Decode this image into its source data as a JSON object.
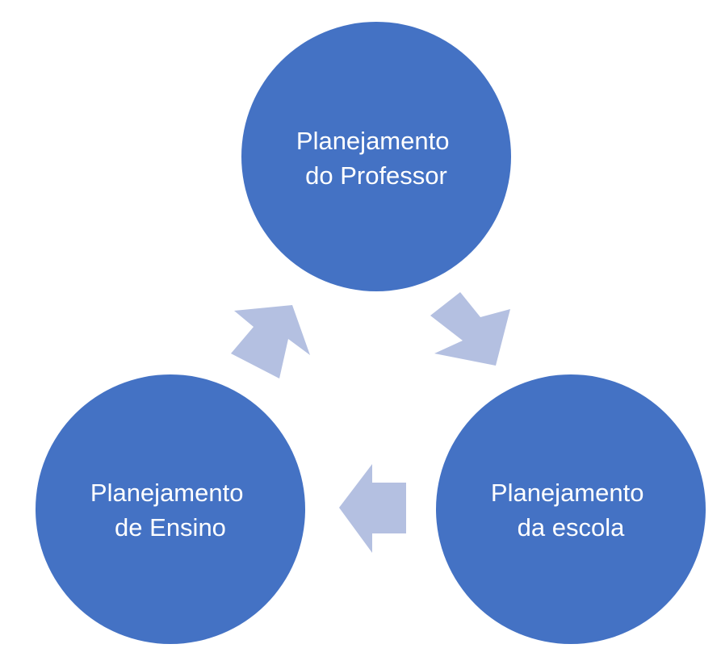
{
  "diagram": {
    "type": "cycle",
    "node_color": "#4472C4",
    "arrow_color": "#B4C0E1",
    "background": "#FFFFFF",
    "nodes": [
      {
        "id": "professor",
        "line1": "Planejamento",
        "line2": "do Professor"
      },
      {
        "id": "escola",
        "line1": "Planejamento",
        "line2": "da escola"
      },
      {
        "id": "ensino",
        "line1": "Planejamento",
        "line2": "de Ensino"
      }
    ],
    "arrows": [
      {
        "from": "professor",
        "to": "escola"
      },
      {
        "from": "escola",
        "to": "ensino"
      },
      {
        "from": "ensino",
        "to": "professor"
      }
    ]
  }
}
